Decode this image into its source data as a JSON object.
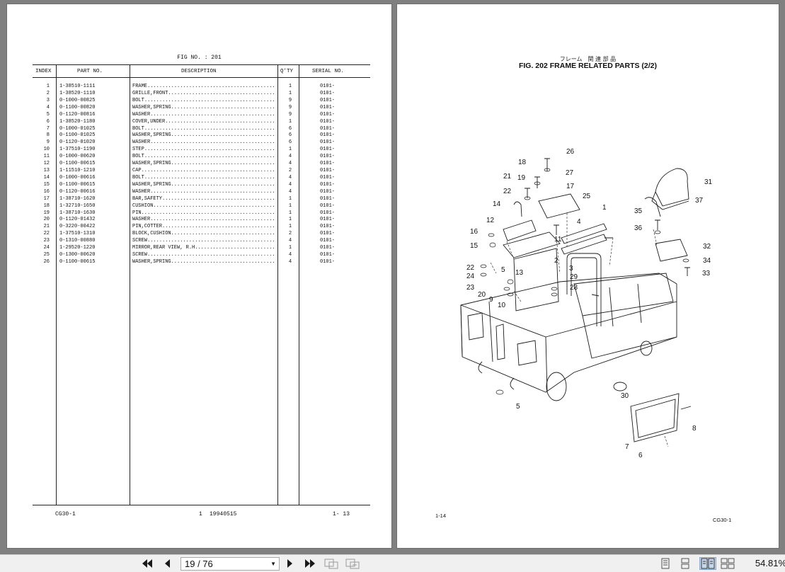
{
  "parts_list": {
    "fig_no": "FIG NO. : 201",
    "headers": {
      "index": "INDEX",
      "part_no": "PART NO.",
      "description": "DESCRIPTION",
      "qty": "Q'TY",
      "serial_no": "SERIAL NO."
    },
    "rows": [
      {
        "index": "1",
        "part_no": "1-38510-1111",
        "description": "FRAME",
        "qty": "1",
        "serial": "0101-"
      },
      {
        "index": "2",
        "part_no": "1-38520-1110",
        "description": "GRILLE,FRONT",
        "qty": "1",
        "serial": "0101-"
      },
      {
        "index": "3",
        "part_no": "0-1000-00825",
        "description": "BOLT",
        "qty": "9",
        "serial": "0101-"
      },
      {
        "index": "4",
        "part_no": "0-1100-00820",
        "description": "WASHER,SPRING",
        "qty": "9",
        "serial": "0101-"
      },
      {
        "index": "5",
        "part_no": "0-1120-00816",
        "description": "WASHER",
        "qty": "9",
        "serial": "0101-"
      },
      {
        "index": "6",
        "part_no": "1-38520-1180",
        "description": "COVER,UNDER",
        "qty": "1",
        "serial": "0101-"
      },
      {
        "index": "7",
        "part_no": "0-1000-01025",
        "description": "BOLT",
        "qty": "6",
        "serial": "0101-"
      },
      {
        "index": "8",
        "part_no": "0-1100-01025",
        "description": "WASHER,SPRING",
        "qty": "6",
        "serial": "0101-"
      },
      {
        "index": "9",
        "part_no": "0-1120-01020",
        "description": "WASHER",
        "qty": "6",
        "serial": "0101-"
      },
      {
        "index": "10",
        "part_no": "1-37510-1190",
        "description": "STEP",
        "qty": "1",
        "serial": "0101-"
      },
      {
        "index": "11",
        "part_no": "0-1000-00620",
        "description": "BOLT",
        "qty": "4",
        "serial": "0101-"
      },
      {
        "index": "12",
        "part_no": "0-1100-00615",
        "description": "WASHER,SPRING",
        "qty": "4",
        "serial": "0101-"
      },
      {
        "index": "13",
        "part_no": "1-11510-1210",
        "description": "CAP",
        "qty": "2",
        "serial": "0101-"
      },
      {
        "index": "14",
        "part_no": "0-1000-00616",
        "description": "BOLT",
        "qty": "4",
        "serial": "0101-"
      },
      {
        "index": "15",
        "part_no": "0-1100-00615",
        "description": "WASHER,SPRING",
        "qty": "4",
        "serial": "0101-"
      },
      {
        "index": "16",
        "part_no": "0-1120-00616",
        "description": "WASHER",
        "qty": "4",
        "serial": "0101-"
      },
      {
        "index": "17",
        "part_no": "1-38710-1620",
        "description": "BAR,SAFETY",
        "qty": "1",
        "serial": "0101-"
      },
      {
        "index": "18",
        "part_no": "1-32710-1650",
        "description": "CUSHION",
        "qty": "1",
        "serial": "0101-"
      },
      {
        "index": "19",
        "part_no": "1-38710-1630",
        "description": "PIN",
        "qty": "1",
        "serial": "0101-"
      },
      {
        "index": "20",
        "part_no": "0-1120-01432",
        "description": "WASHER",
        "qty": "1",
        "serial": "0101-"
      },
      {
        "index": "21",
        "part_no": "0-3220-00422",
        "description": "PIN,COTTER",
        "qty": "1",
        "serial": "0101-"
      },
      {
        "index": "22",
        "part_no": "1-37510-1310",
        "description": "BLOCK,CUSHION",
        "qty": "2",
        "serial": "0101-"
      },
      {
        "index": "23",
        "part_no": "0-1310-00880",
        "description": "SCREW",
        "qty": "4",
        "serial": "0101-"
      },
      {
        "index": "24",
        "part_no": "1-29520-1220",
        "description": "MIRROR,REAR VIEW, R.H.",
        "qty": "1",
        "serial": "0101-"
      },
      {
        "index": "25",
        "part_no": "0-1300-00620",
        "description": "SCREW",
        "qty": "4",
        "serial": "0101-"
      },
      {
        "index": "26",
        "part_no": "0-1100-00615",
        "description": "WASHER,SPRING",
        "qty": "4",
        "serial": "0101-"
      }
    ],
    "footer": {
      "model": "CG30-1",
      "revision": "1",
      "date": "19940515",
      "page": "1- 13"
    }
  },
  "drawing": {
    "jp_title": "フレーム　関 連 部 品",
    "title": "FIG. 202  FRAME RELATED PARTS (2/2)",
    "callouts": [
      "1",
      "2",
      "3",
      "4",
      "5",
      "6",
      "7",
      "8",
      "9",
      "10",
      "11",
      "12",
      "13",
      "14",
      "15",
      "16",
      "17",
      "18",
      "19",
      "20",
      "21",
      "22",
      "23",
      "24",
      "25",
      "26",
      "27",
      "28",
      "29",
      "30",
      "31",
      "32",
      "33",
      "34",
      "35",
      "36",
      "37"
    ],
    "footer": {
      "page": "1-14",
      "model": "CG30-1"
    }
  },
  "toolbar": {
    "page_indicator": "19 / 76",
    "zoom": "54.81%",
    "icons": [
      "first-page-icon",
      "prev-page-icon",
      "next-page-icon",
      "last-page-icon",
      "fit-page-icon",
      "fit-width-icon",
      "single-page-view-icon",
      "continuous-view-icon",
      "two-page-view-icon",
      "two-page-continuous-view-icon"
    ]
  }
}
